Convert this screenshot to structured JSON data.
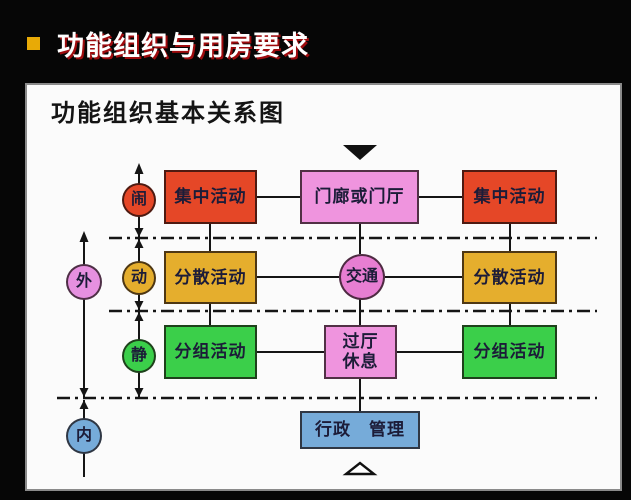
{
  "slide": {
    "title": "功能组织与用房要求"
  },
  "panel": {
    "title": "功能组织基本关系图"
  },
  "diagram": {
    "nodes": {
      "top_left": "集中活动",
      "top_center": "门廊或门厅",
      "top_right": "集中活动",
      "mid_left": "分散活动",
      "mid_center": "交通",
      "mid_right": "分散活动",
      "low_left": "分组活动",
      "low_center_line1": "过厅",
      "low_center_line2": "休息",
      "low_right": "分组活动",
      "bottom": "行政　管理"
    },
    "side_labels": {
      "noisy": "闹",
      "dynamic": "动",
      "quiet": "静",
      "outer": "外",
      "inner": "内"
    },
    "icons": {
      "main_entrance": "filled-down-triangle",
      "secondary_entrance": "outline-up-triangle"
    }
  },
  "colors": {
    "bullet_yellow": "#e8aa06",
    "title_shadow_red": "#9e0b0e",
    "box_red": "#e54727",
    "box_yellow": "#e5ae2d",
    "box_green": "#3bcf4a",
    "box_pink": "#ef94de",
    "circle_traffic_pink": "#e77ed2",
    "circle_outer_pink": "#e690e0",
    "box_blue": "#76abd9"
  }
}
